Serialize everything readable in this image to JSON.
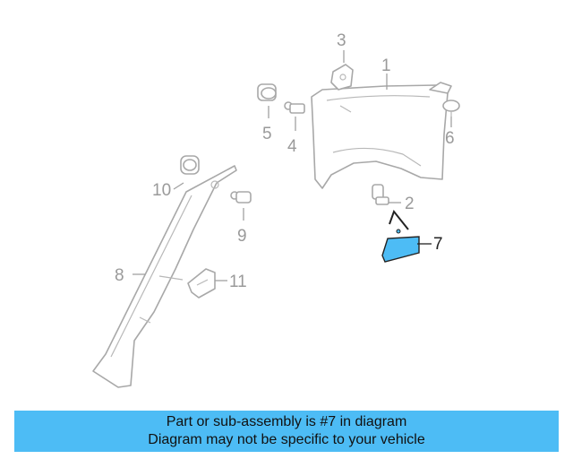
{
  "callouts": {
    "c1": "1",
    "c2": "2",
    "c3": "3",
    "c4": "4",
    "c5": "5",
    "c6": "6",
    "c7": "7",
    "c8": "8",
    "c9": "9",
    "c10": "10",
    "c11": "11"
  },
  "highlight_color": "#4dbcf5",
  "banner": {
    "line1": "Part or sub-assembly is #7 in diagram",
    "line2": "Diagram may not be specific to your vehicle"
  }
}
